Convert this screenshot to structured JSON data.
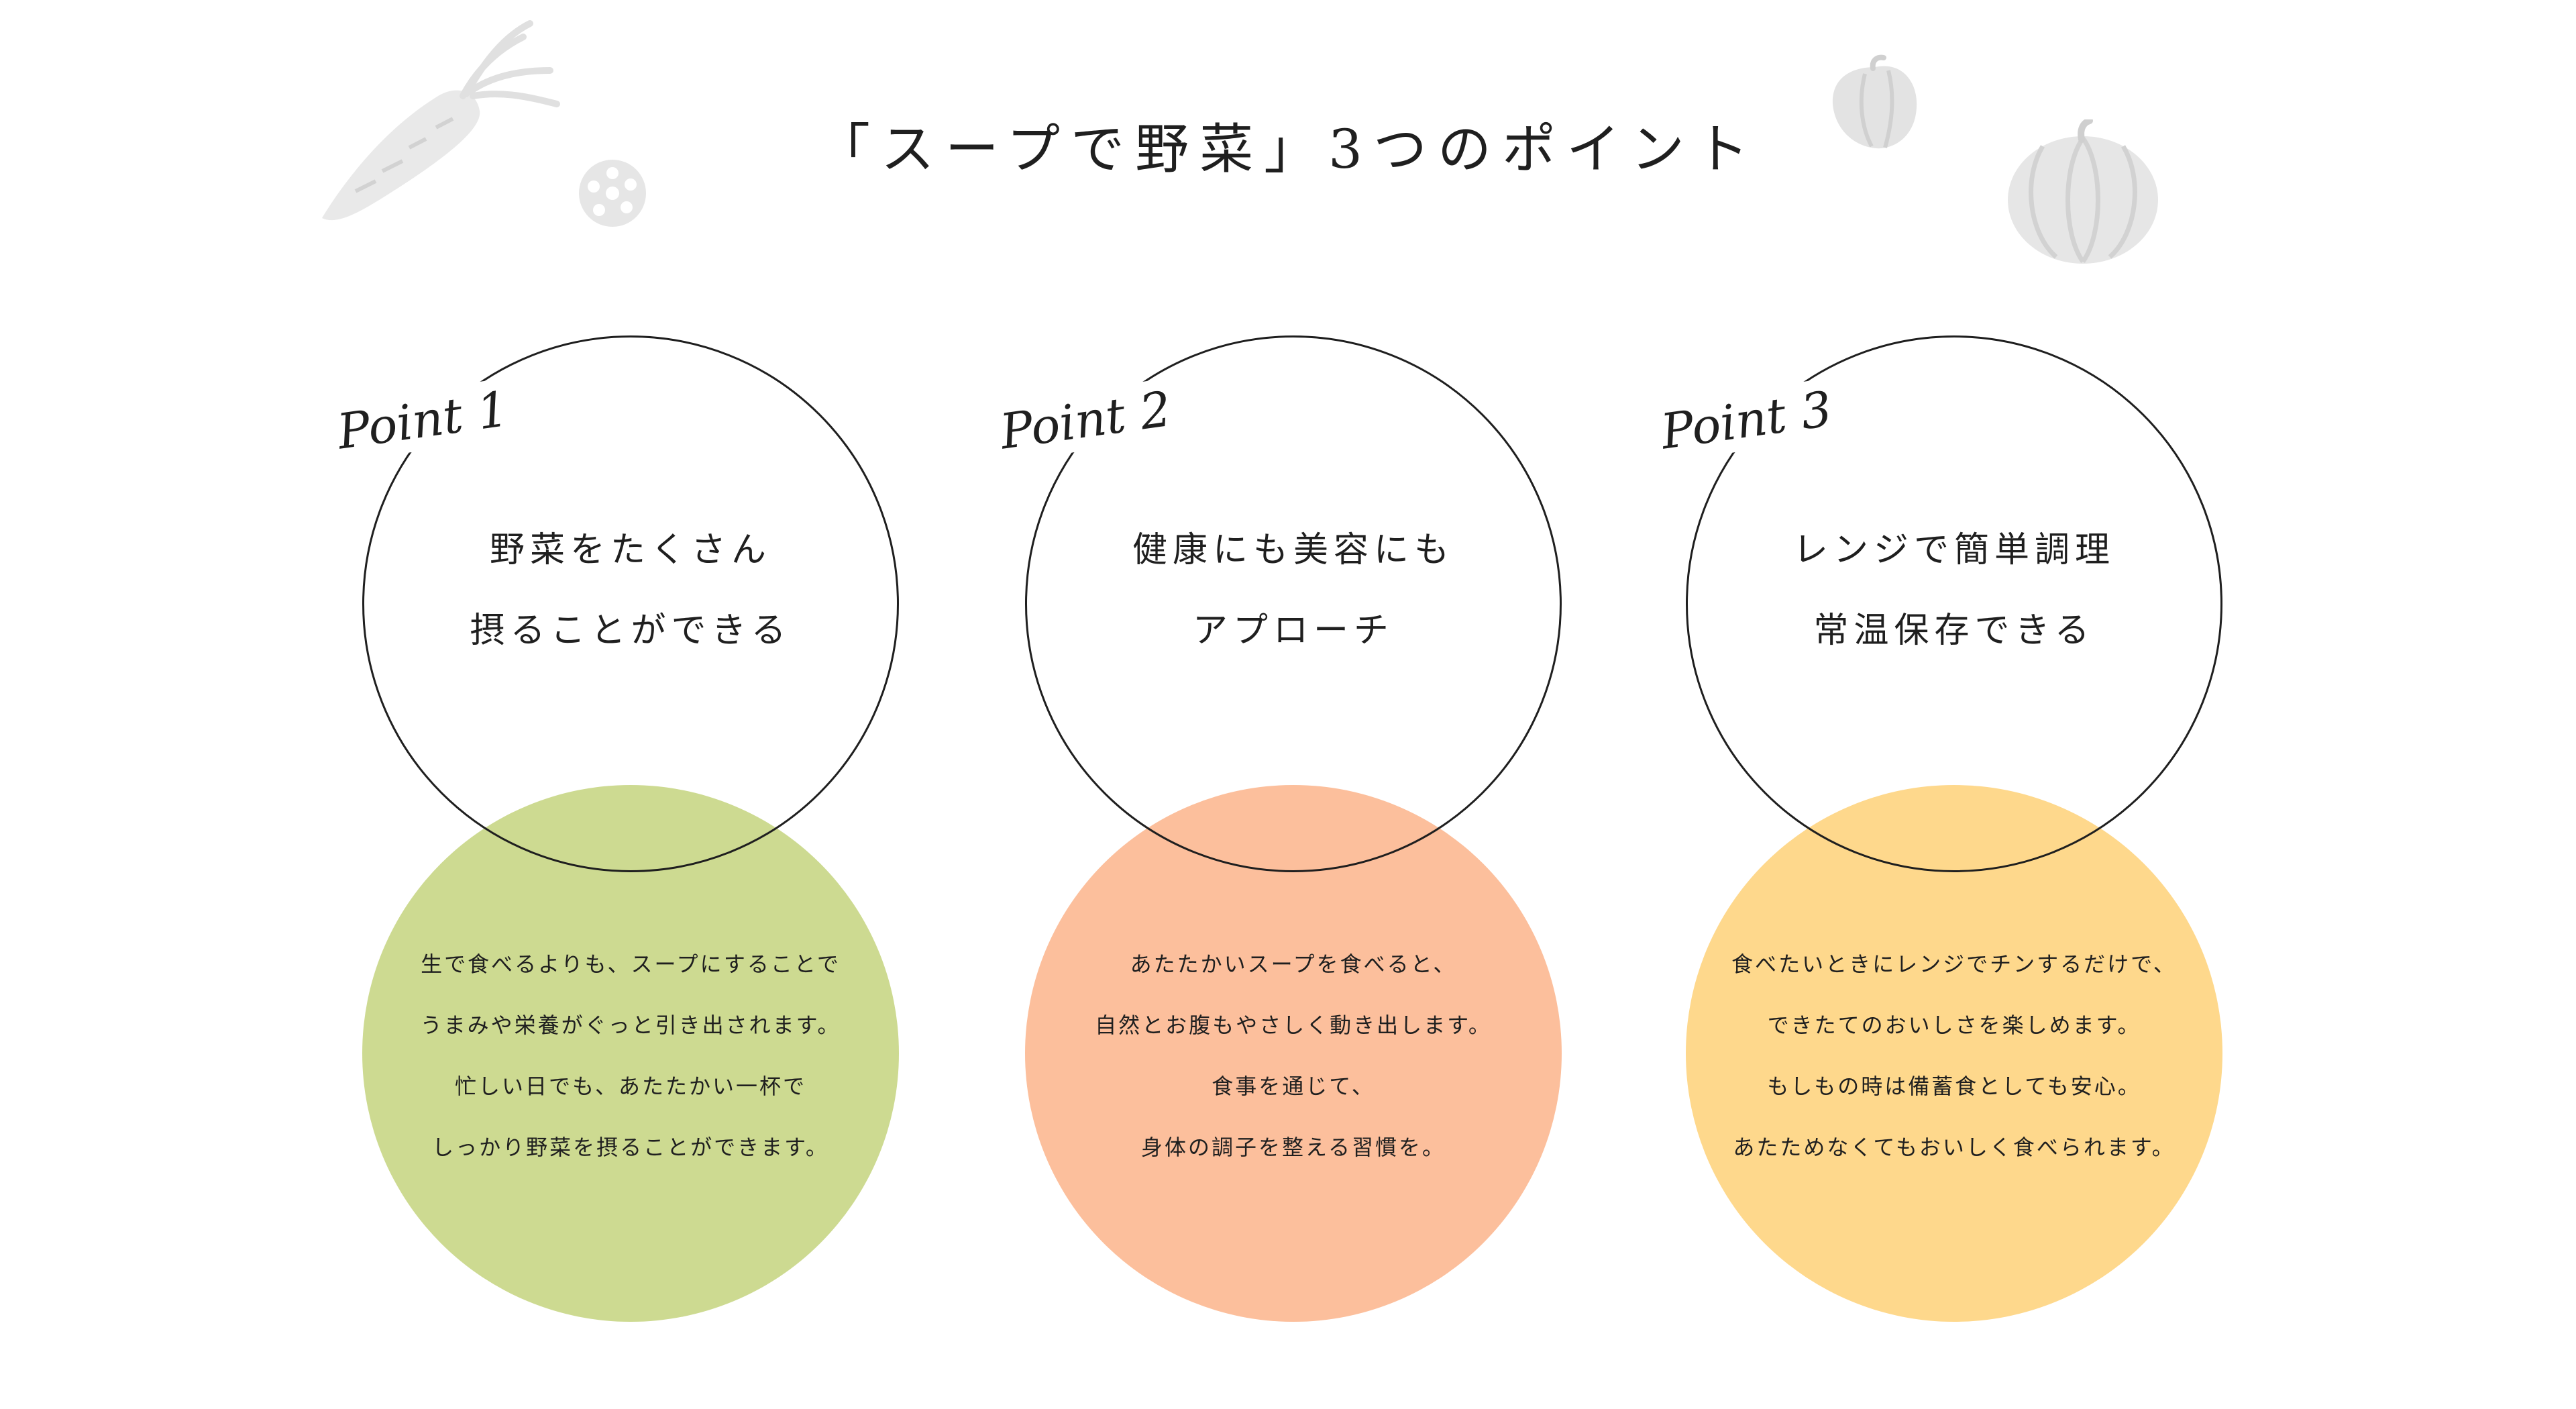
{
  "title": "「スープで野菜」3つのポイント",
  "decorations": [
    {
      "name": "carrot-illustration",
      "icon": "carrot-icon"
    },
    {
      "name": "lotus-root-illustration",
      "icon": "lotus-root-icon"
    },
    {
      "name": "bell-pepper-illustration",
      "icon": "bell-pepper-icon"
    },
    {
      "name": "pumpkin-illustration",
      "icon": "pumpkin-icon"
    }
  ],
  "points": [
    {
      "label": "Point 1",
      "heading": [
        "野菜をたくさん",
        "摂ることができる"
      ],
      "color": "#cdda91",
      "description": [
        "生で食べるよりも、スープにすることで",
        "うまみや栄養がぐっと引き出されます。",
        "忙しい日でも、あたたかい一杯で",
        "しっかり野菜を摂ることができます。"
      ]
    },
    {
      "label": "Point 2",
      "heading": [
        "健康にも美容にも",
        "アプローチ"
      ],
      "color": "#fcbf9c",
      "description": [
        "あたたかいスープを食べると、",
        "自然とお腹もやさしく動き出します。",
        "食事を通じて、",
        "身体の調子を整える習慣を。"
      ]
    },
    {
      "label": "Point 3",
      "heading": [
        "レンジで簡単調理",
        "常温保存できる"
      ],
      "color": "#fed88c",
      "description": [
        "食べたいときにレンジでチンするだけで、",
        "できたてのおいしさを楽しめます。",
        "もしもの時は備蓄食としても安心。",
        "あたためなくてもおいしく食べられます。"
      ]
    }
  ]
}
